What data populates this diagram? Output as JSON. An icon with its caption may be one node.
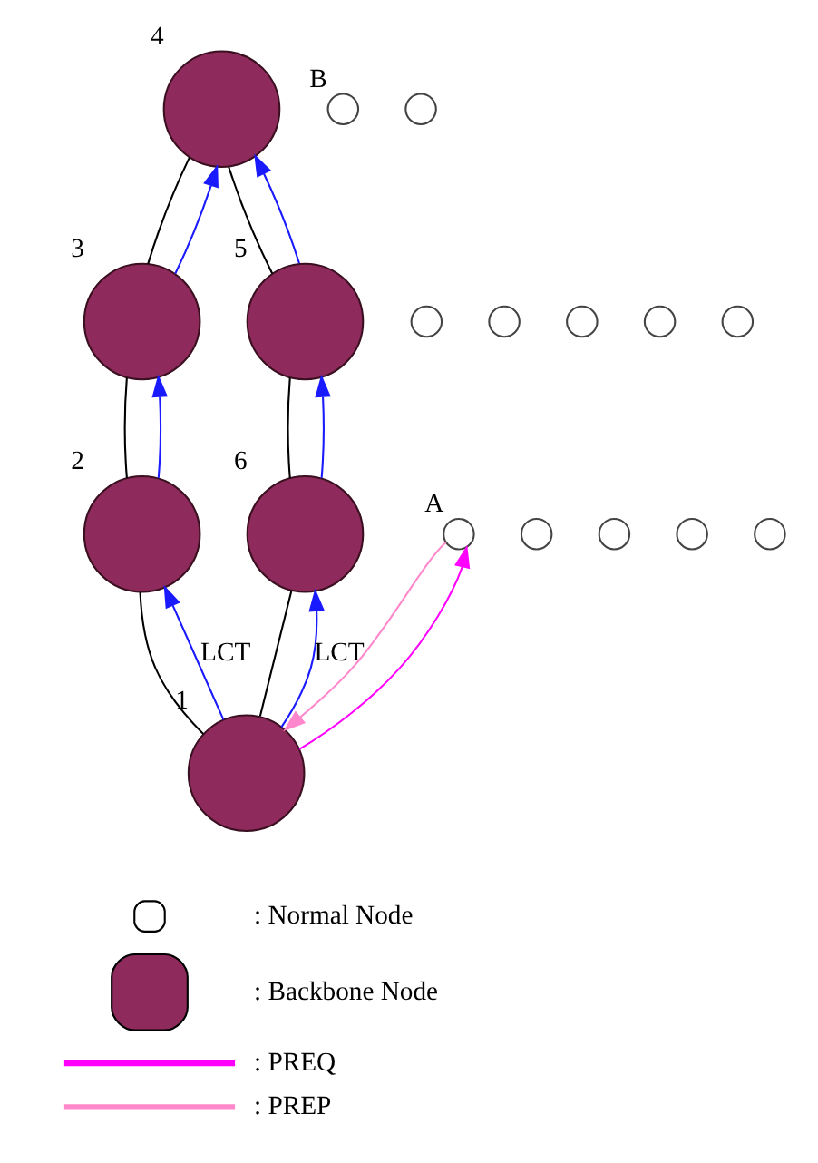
{
  "diagram": {
    "nodes": [
      {
        "text": [],
        "shape": "circle",
        "beside": [
          "4"
        ]
      },
      {
        "text": [],
        "shape": "circle",
        "beside": [
          "B"
        ]
      },
      {
        "text": [],
        "shape": "circle"
      },
      {
        "text": [],
        "shape": "circle"
      },
      {
        "text": [],
        "shape": "circle"
      },
      {
        "text": [],
        "shape": "circle",
        "beside": [
          "3"
        ]
      },
      {
        "text": [],
        "shape": "circle",
        "beside": [
          "5"
        ]
      },
      {
        "text": [],
        "shape": "circle"
      },
      {
        "text": [],
        "shape": "circle"
      },
      {
        "text": [],
        "shape": "circle"
      },
      {
        "text": [],
        "shape": "circle"
      },
      {
        "text": [],
        "shape": "circle"
      },
      {
        "text": [],
        "shape": "circle"
      },
      {
        "text": [],
        "shape": "circle"
      },
      {
        "text": [],
        "shape": "circle",
        "beside": [
          "2"
        ]
      },
      {
        "text": [],
        "shape": "circle",
        "beside": [
          "6"
        ]
      },
      {
        "text": [],
        "shape": "circle",
        "beside": [
          "A"
        ]
      },
      {
        "text": [],
        "shape": "circle",
        "beside": [
          "1"
        ]
      }
    ],
    "edges": [
      {
        "from": 17,
        "to": 14,
        "arrow": "none"
      },
      {
        "from": 14,
        "to": 5,
        "arrow": "none"
      },
      {
        "from": 5,
        "to": 0,
        "arrow": "none"
      },
      {
        "from": 0,
        "to": 6,
        "arrow": "none"
      },
      {
        "from": 6,
        "to": 15,
        "arrow": "none"
      },
      {
        "from": 15,
        "to": 17,
        "arrow": "none"
      },
      {
        "from": 17,
        "to": 14,
        "arrow": "to",
        "label": "LCT",
        "color": "#1a1aff"
      },
      {
        "from": 14,
        "to": 5,
        "arrow": "to",
        "color": "#1a1aff"
      },
      {
        "from": 5,
        "to": 0,
        "arrow": "to",
        "color": "#1a1aff"
      },
      {
        "from": 6,
        "to": 0,
        "arrow": "to",
        "color": "#1a1aff"
      },
      {
        "from": 15,
        "to": 6,
        "arrow": "to",
        "color": "#1a1aff"
      },
      {
        "from": 17,
        "to": 15,
        "arrow": "to",
        "label": "LCT",
        "color": "#1a1aff"
      },
      {
        "from": 17,
        "to": 16,
        "arrow": "to",
        "color": "#ff00ff"
      },
      {
        "from": 16,
        "to": 17,
        "arrow": "to",
        "color": "#ff88cc"
      }
    ],
    "legend": [
      {
        "text": ": Normal Node"
      },
      {
        "text": ": Backbone Node"
      },
      {
        "text": ": PREQ"
      },
      {
        "text": ": PREP"
      }
    ]
  }
}
